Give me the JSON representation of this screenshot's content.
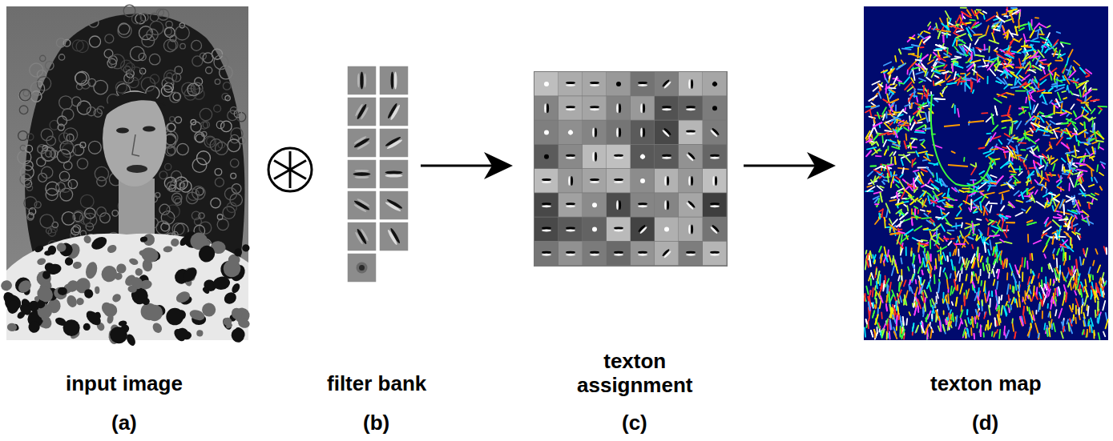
{
  "diagram": {
    "labels": [
      "input image",
      "(a)",
      "filter bank",
      "(b)",
      "texton assignment",
      "(c)",
      "texton map",
      "(d)"
    ]
  }
}
